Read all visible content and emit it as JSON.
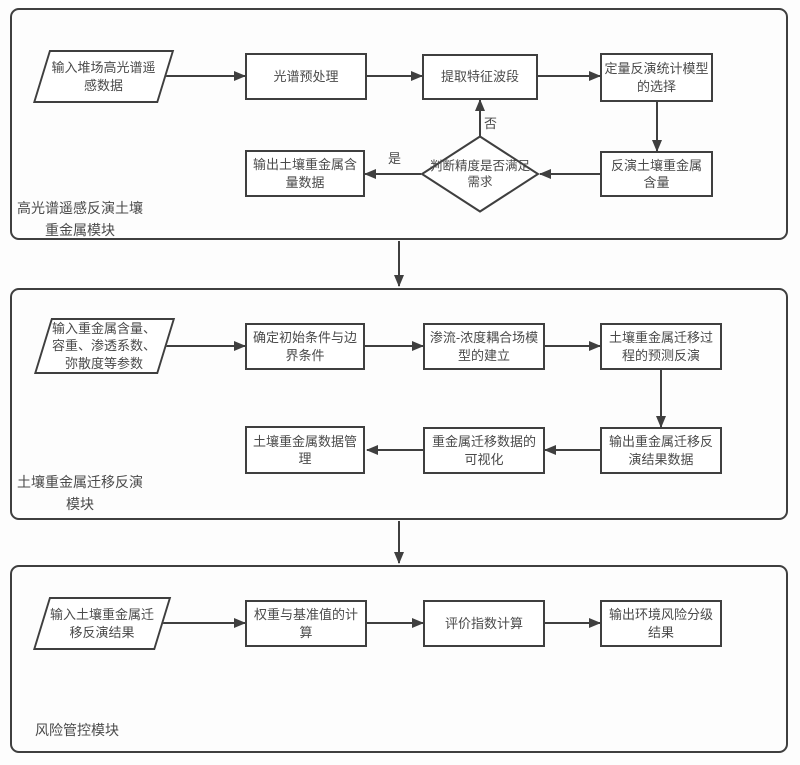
{
  "colors": {
    "stroke": "#3f3f3f",
    "text": "#4a4a4a",
    "background": "#fdfdfd",
    "node_fill": "#ffffff"
  },
  "module1": {
    "label": "高光谱遥感反演土壤\n重金属模块",
    "nodes": {
      "input": "输入堆场高光谱遥\n感数据",
      "preprocess": "光谱预处理",
      "extract": "提取特征波段",
      "model_select": "定量反演统计模型\n的选择",
      "invert": "反演土壤重金属\n含量",
      "judge": "判断精度是否满足\n需求",
      "output": "输出土壤重金属含\n量数据"
    },
    "branches": {
      "yes": "是",
      "no": "否"
    }
  },
  "module2": {
    "label": "土壤重金属迁移反演\n模块",
    "nodes": {
      "input": "输入重金属含量、\n容重、渗透系数、\n弥散度等参数",
      "conditions": "确定初始条件与边\n界条件",
      "coupling_model": "渗流-浓度耦合场模\n型的建立",
      "prediction": "土壤重金属迁移过\n程的预测反演",
      "output": "输出重金属迁移反\n演结果数据",
      "visualization": "重金属迁移数据的\n可视化",
      "management": "土壤重金属数据管\n理"
    }
  },
  "module3": {
    "label": "风险管控模块",
    "nodes": {
      "input": "输入土壤重金属迁\n移反演结果",
      "weights": "权重与基准值的计\n算",
      "index": "评价指数计算",
      "output": "输出环境风险分级\n结果"
    }
  }
}
